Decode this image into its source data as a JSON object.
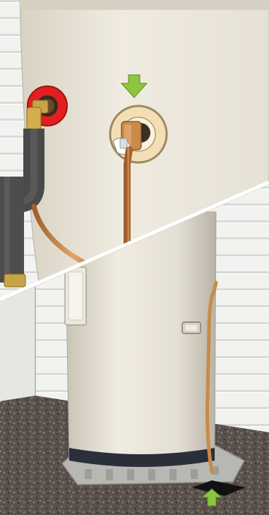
{
  "figure": {
    "kind": "water-heater-installation-illustration",
    "views": [
      "upper-detail-view",
      "lower-full-view"
    ],
    "components": [
      "hot-water-outlet-elbow",
      "cold-water-inlet-valve",
      "relief-drain-pipe",
      "condensate-drain-tube",
      "tank-base-pan",
      "floor-drain-opening",
      "control-panel-box",
      "access-latch"
    ],
    "indicators": [
      {
        "icon": "arrow-down-icon",
        "target": "cold-water-inlet-valve"
      },
      {
        "icon": "arrow-up-icon",
        "target": "floor-drain-opening"
      }
    ],
    "colors": {
      "indicator_arrow": "#8cc63f",
      "hot_fitting_ring": "#e02020",
      "cold_fitting_ring": "#f4dfb5",
      "copper_pipe": "#c98a4a",
      "tank_body": "#e9e4d8",
      "insulation": "#555555",
      "floor_gravel": "#5a504c",
      "divider_line": "#ffffff"
    }
  }
}
